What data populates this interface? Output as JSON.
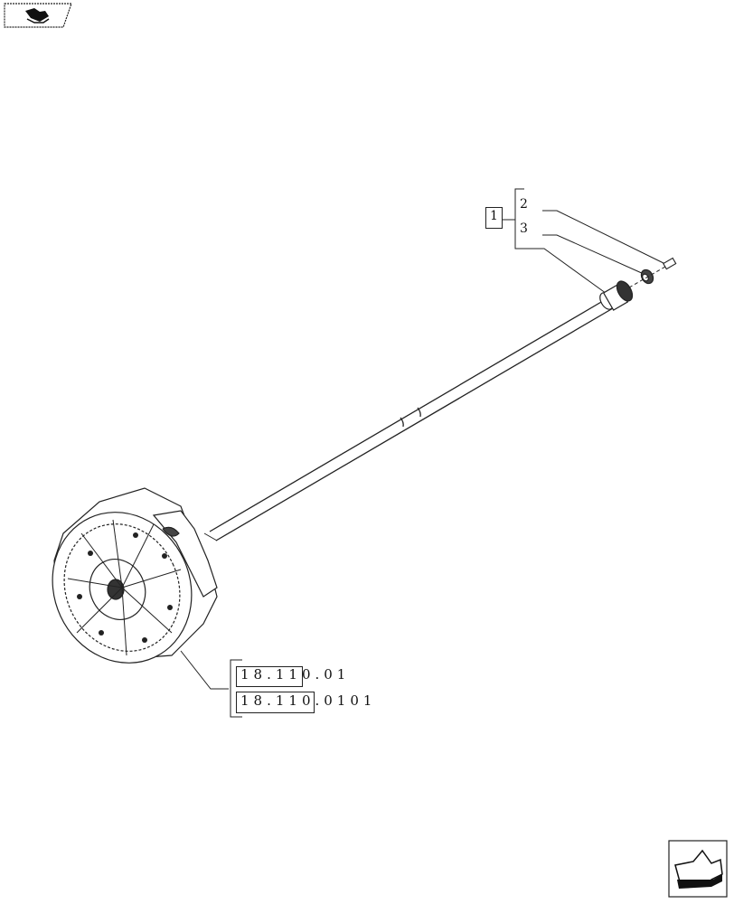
{
  "diagram": {
    "type": "exploded parts drawing",
    "subject": "clutch assembly with input shaft",
    "callout_group": {
      "group_ref": "1",
      "items": [
        "2",
        "3"
      ]
    },
    "cross_references": [
      {
        "text": "18.110.01",
        "boxed_prefix": "18.11"
      },
      {
        "text": "18.110.0101",
        "boxed_prefix": "18.110"
      }
    ],
    "nav": {
      "top_left_icon": "book-open-icon",
      "bottom_right_icon": "arrow-back-icon"
    }
  }
}
